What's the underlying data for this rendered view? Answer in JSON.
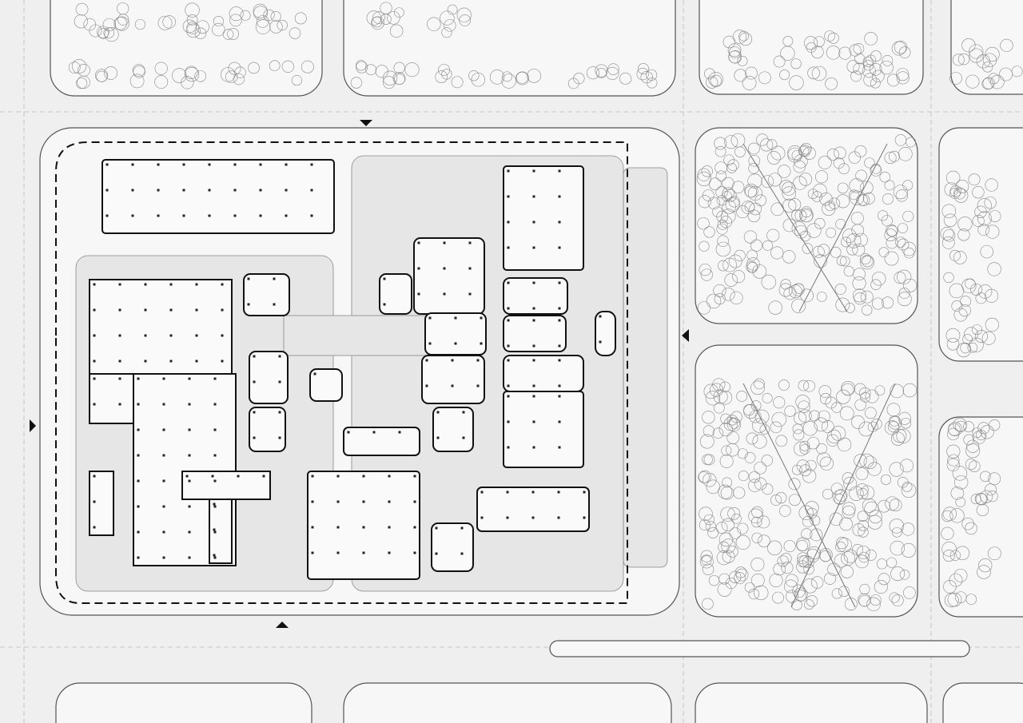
{
  "drawing": {
    "type": "site-plan",
    "colors": {
      "background": "#efefef",
      "block": "#f7f7f7",
      "building_outline": "#111111",
      "paving": "#e6e6e6"
    },
    "entrances": [
      "north",
      "south",
      "west",
      "east"
    ]
  }
}
